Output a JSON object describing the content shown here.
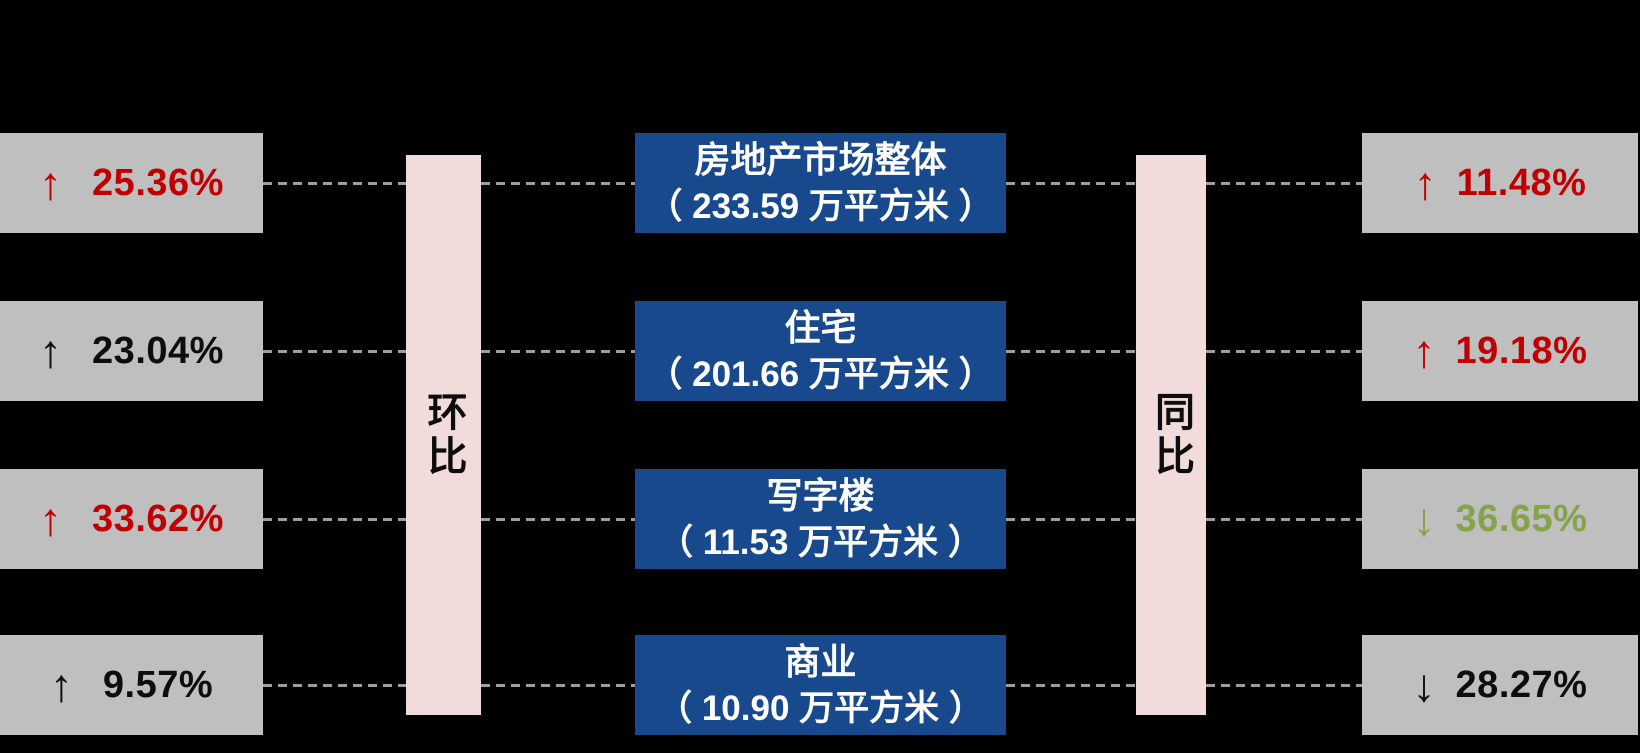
{
  "colors": {
    "background": "#000000",
    "box_gray": "#BFBFBF",
    "box_blue": "#17498C",
    "bar_pink": "#F2DCDB",
    "up_red": "#C00000",
    "down_green": "#85A34B",
    "connector_gray": "#9E9E9E",
    "text_black": "#0D0D0D",
    "text_white": "#FFFFFF"
  },
  "left_column": {
    "label": "环比",
    "items": [
      {
        "arrow": "↑",
        "value": "25.36%",
        "color": "red"
      },
      {
        "arrow": "↑",
        "value": "23.04%",
        "color": "black"
      },
      {
        "arrow": "↑",
        "value": "33.62%",
        "color": "red"
      },
      {
        "arrow": "↑",
        "value": "9.57%",
        "color": "black"
      }
    ]
  },
  "center_column": {
    "items": [
      {
        "name": "房地产市场整体",
        "value": "（ 233.59 万平方米 ）"
      },
      {
        "name": "住宅",
        "value": "（ 201.66 万平方米 ）"
      },
      {
        "name": "写字楼",
        "value": "（ 11.53 万平方米 ）"
      },
      {
        "name": "商业",
        "value": "（ 10.90 万平方米 ）"
      }
    ]
  },
  "right_column": {
    "label": "同比",
    "items": [
      {
        "arrow": "↑",
        "value": "11.48%",
        "color": "red"
      },
      {
        "arrow": "↑",
        "value": "19.18%",
        "color": "red"
      },
      {
        "arrow": "↓",
        "value": "36.65%",
        "color": "green"
      },
      {
        "arrow": "↓",
        "value": "28.27%",
        "color": "black"
      }
    ]
  }
}
